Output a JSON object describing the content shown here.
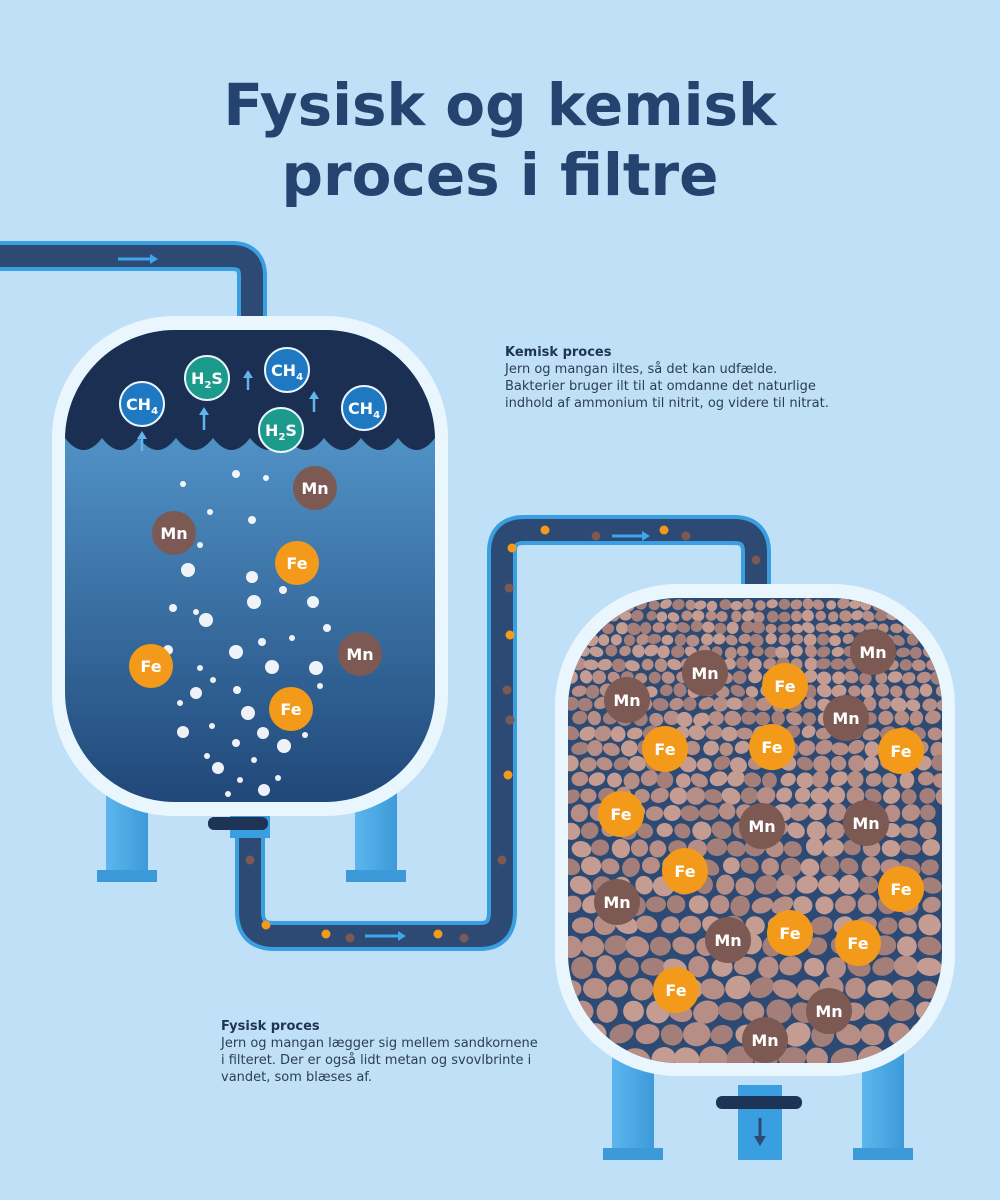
{
  "title": {
    "line1": "Fysisk og kemisk",
    "line2": "proces i filtre"
  },
  "chemical": {
    "heading": "Kemisk proces",
    "lines": [
      "Jern og mangan iltes, så det kan udfælde.",
      "Bakterier bruger ilt til at omdanne det naturlige",
      "indhold af ammonium til nitrit, og videre til nitrat."
    ]
  },
  "physical": {
    "heading": "Fysisk proces",
    "lines": [
      "Jern og mangan lægger sig mellem sandkornene",
      "i filteret. Der er også lidt metan og svovlbrinte i",
      "vandet, som blæses af."
    ]
  },
  "labels": {
    "fe": "Fe",
    "mn": "Mn",
    "ch4": "CH",
    "ch4_sub": "4",
    "h2s_a": "H",
    "h2s_sub": "2",
    "h2s_b": "S"
  },
  "colors": {
    "background": "#bfe0f7",
    "title": "#24436e",
    "pipe_outer": "#3a9fe0",
    "pipe_inner": "#2c4a73",
    "fe": "#f39a1a",
    "mn": "#7d5953",
    "ch4": "#1e79c2",
    "h2s": "#1c9a8c",
    "gas": "#1b2f52",
    "sand": "#b78e86"
  }
}
